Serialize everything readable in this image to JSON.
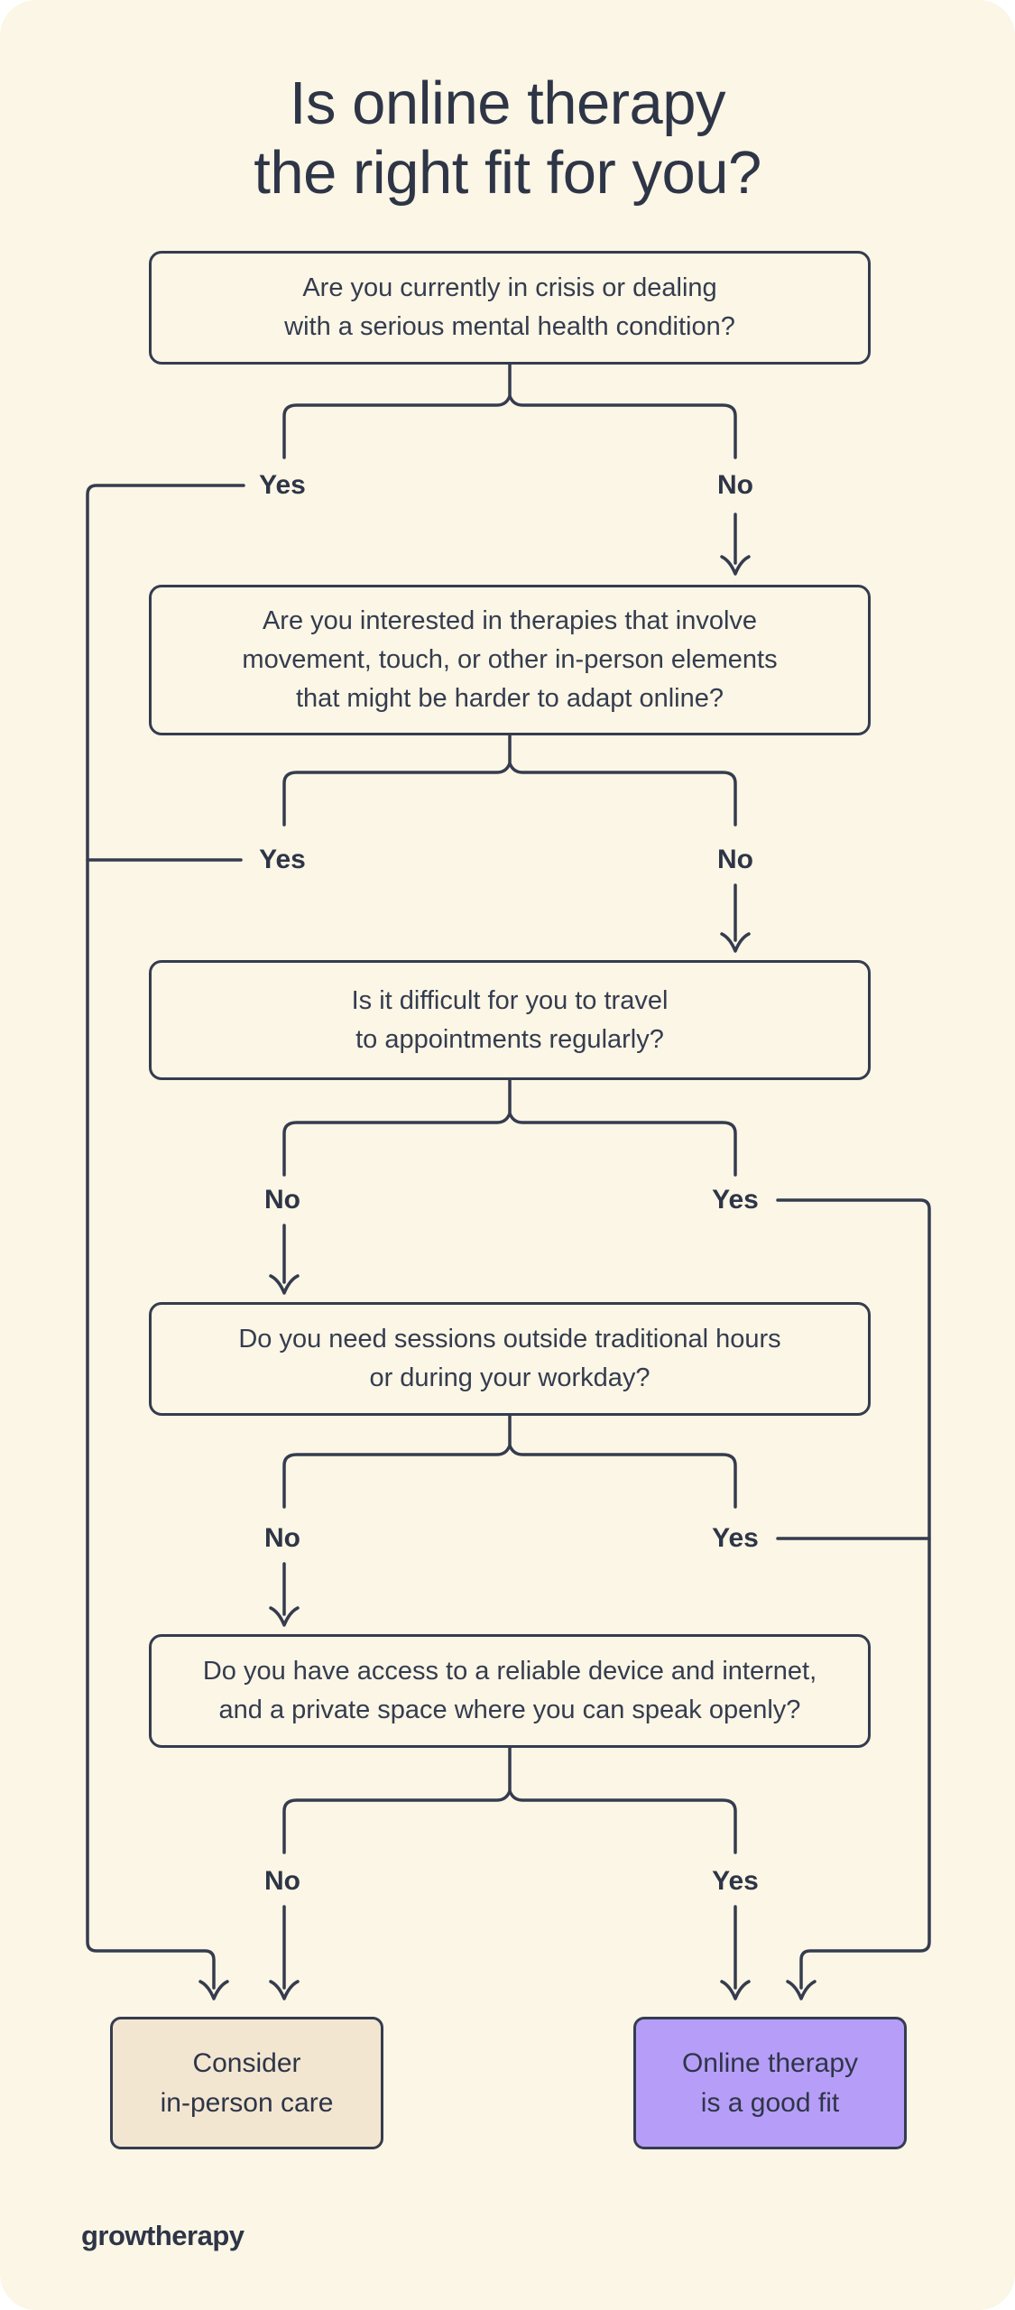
{
  "page": {
    "title_line1": "Is online therapy",
    "title_line2": "the right fit for you?",
    "brand": "growtherapy"
  },
  "colors": {
    "background": "#FBF6E5",
    "line_and_text": "#353C4F",
    "title_text": "#2E3547",
    "result_inperson_fill": "#F2E6D1",
    "result_online_fill": "#B69EF8",
    "outer_page": "#FFFFFF"
  },
  "flow": {
    "questions": [
      {
        "id": "q1",
        "lines": [
          "Are you currently in crisis or dealing",
          "with a serious mental health condition?"
        ]
      },
      {
        "id": "q2",
        "lines": [
          "Are you interested in therapies that involve",
          "movement, touch, or other in-person elements",
          "that might be harder to adapt online?"
        ]
      },
      {
        "id": "q3",
        "lines": [
          "Is it difficult for you to travel",
          "to appointments regularly?"
        ]
      },
      {
        "id": "q4",
        "lines": [
          "Do you need sessions outside traditional hours",
          "or during your workday?"
        ]
      },
      {
        "id": "q5",
        "lines": [
          "Do you have access to a reliable device and internet,",
          "and a private space where you can speak openly?"
        ]
      }
    ],
    "splits": [
      {
        "left": "Yes",
        "right": "No"
      },
      {
        "left": "Yes",
        "right": "No"
      },
      {
        "left": "No",
        "right": "Yes"
      },
      {
        "left": "No",
        "right": "Yes"
      },
      {
        "left": "No",
        "right": "Yes"
      }
    ],
    "results": [
      {
        "id": "in-person",
        "lines": [
          "Consider",
          "in-person care"
        ],
        "fill": "#F2E6D1"
      },
      {
        "id": "online",
        "lines": [
          "Online therapy",
          "is a good fit"
        ],
        "fill": "#B69EF8"
      }
    ]
  }
}
